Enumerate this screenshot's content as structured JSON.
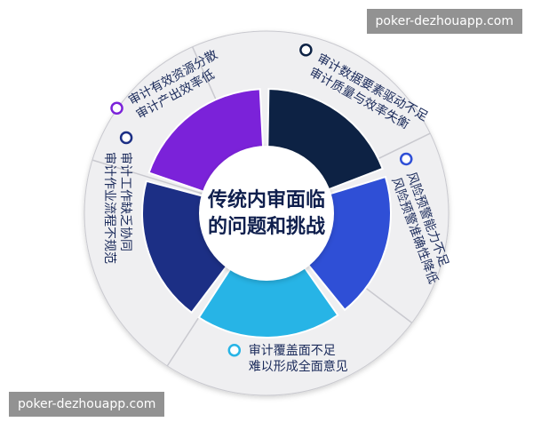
{
  "title_lines": [
    "传统内审面临",
    "的问题和挑战"
  ],
  "segments": [
    {
      "id": "data-driven",
      "lines": [
        "审计数据要素驱动不足",
        "审计质量与效率失衡"
      ],
      "color": "#0d2244"
    },
    {
      "id": "risk-warning",
      "lines": [
        "风险预警能力不足",
        "风险预警准确性降低"
      ],
      "color": "#2f4fd6"
    },
    {
      "id": "coverage",
      "lines": [
        "审计覆盖面不足",
        "难以形成全面意见"
      ],
      "color": "#27b4e6"
    },
    {
      "id": "workflow",
      "lines": [
        "审计工作缺乏协同",
        "审计作业流程不规范"
      ],
      "color": "#1c2f85"
    },
    {
      "id": "resources",
      "lines": [
        "审计有效资源分散",
        "审计产出效率低"
      ],
      "color": "#7b22d9"
    }
  ],
  "colors": {
    "ring": "#efeff1",
    "ring_border": "#c9c9cf",
    "label_text": "#1a2a5a",
    "title_text": "#0f1f4d",
    "center_fill": "#ffffff"
  },
  "watermarks": {
    "top": "poker-dezhouapp.com",
    "bottom": "poker-dezhouapp.com"
  }
}
